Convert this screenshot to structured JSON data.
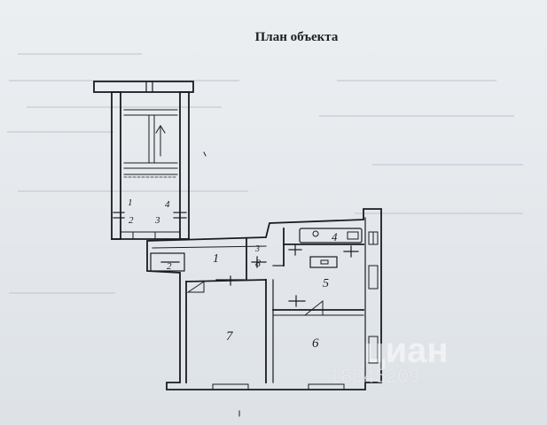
{
  "document": {
    "title": "План объекта"
  },
  "rooms": [
    {
      "id": "1",
      "label": "1"
    },
    {
      "id": "2",
      "label": "2"
    },
    {
      "id": "3",
      "label": "3"
    },
    {
      "id": "4",
      "label": "4"
    },
    {
      "id": "1b",
      "label": "1"
    },
    {
      "id": "2b",
      "label": "2"
    },
    {
      "id": "3b",
      "label": "3"
    },
    {
      "id": "4b",
      "label": "4"
    },
    {
      "id": "5",
      "label": "5"
    },
    {
      "id": "6",
      "label": "6"
    },
    {
      "id": "7",
      "label": "7"
    },
    {
      "id": "8",
      "label": "8"
    }
  ],
  "watermark": {
    "brand": "циан",
    "code": "18045209"
  },
  "colors": {
    "ink": "#1a1c20",
    "paper": "#e6e9ed"
  }
}
